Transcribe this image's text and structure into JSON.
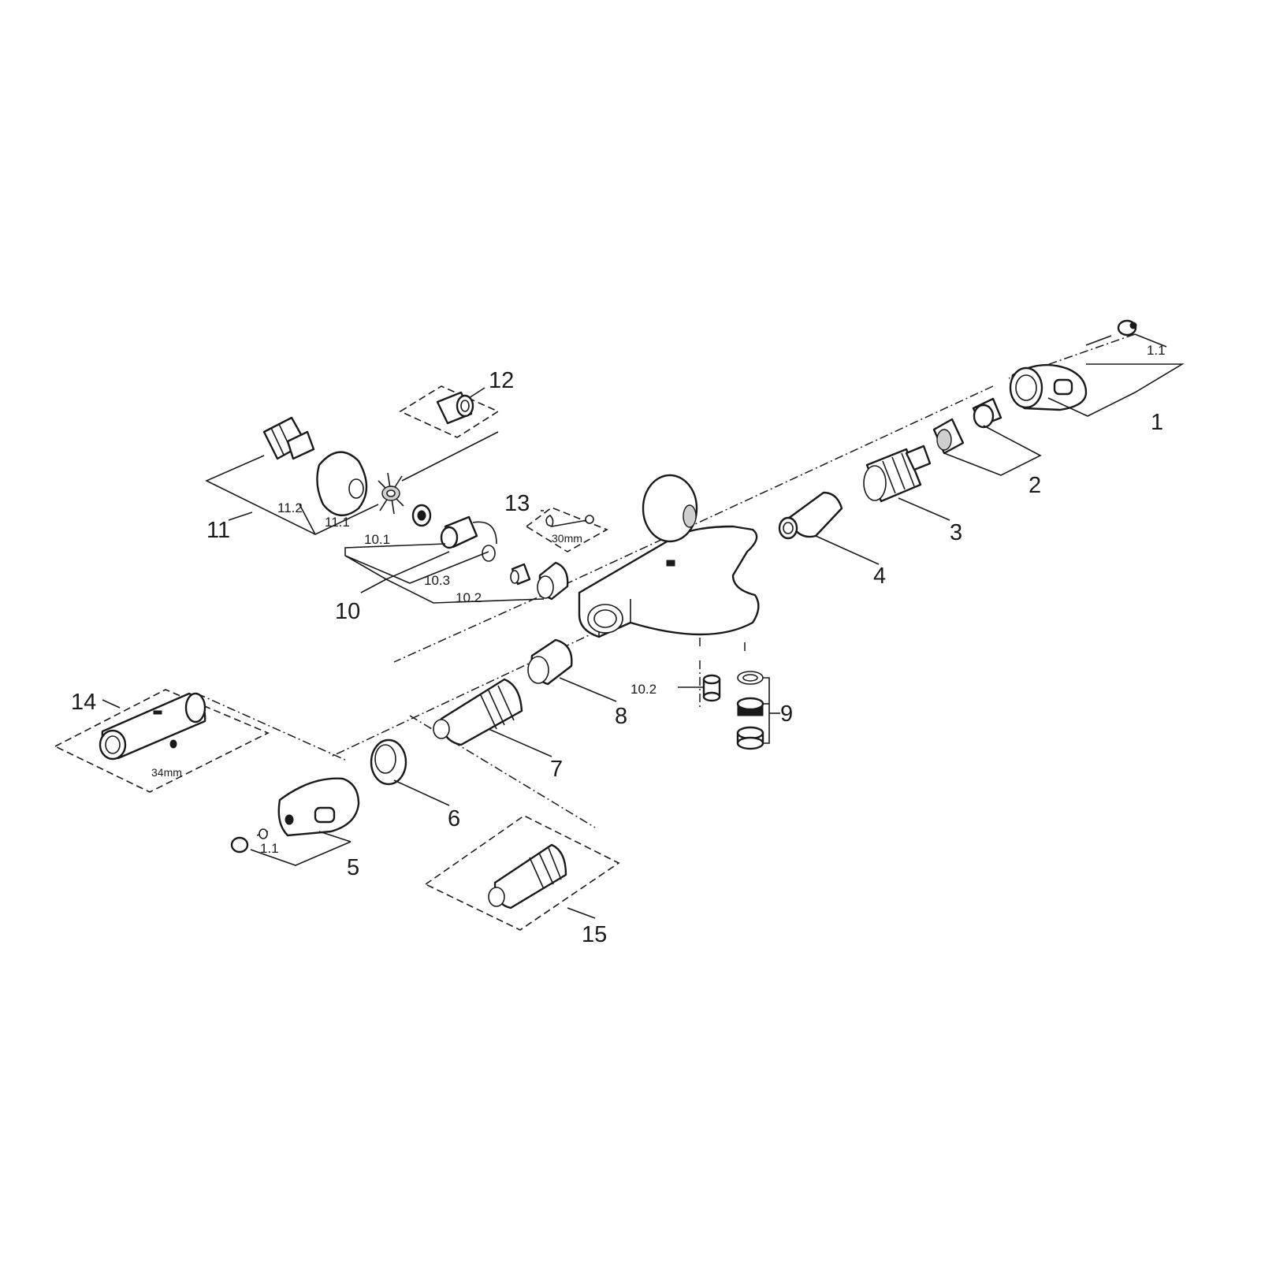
{
  "labels": {
    "p1": "1",
    "p1_1a": "1.1",
    "p2": "2",
    "p3": "3",
    "p4": "4",
    "p5": "5",
    "p1_1b": "1.1",
    "p6": "6",
    "p7": "7",
    "p8": "8",
    "p9": "9",
    "p10": "10",
    "p10_1": "10.1",
    "p10_2a": "10.2",
    "p10_3": "10.3",
    "p10_2b": "10.2",
    "p11": "11",
    "p11_1": "11.1",
    "p11_2": "11.2",
    "p12": "12",
    "p13": "13",
    "p14": "14",
    "p15": "15",
    "wrench_30": "30mm",
    "wrench_34": "34mm"
  },
  "colors": {
    "line": "#1a1a1a",
    "background": "#ffffff",
    "shade": "#cfcfcf"
  }
}
